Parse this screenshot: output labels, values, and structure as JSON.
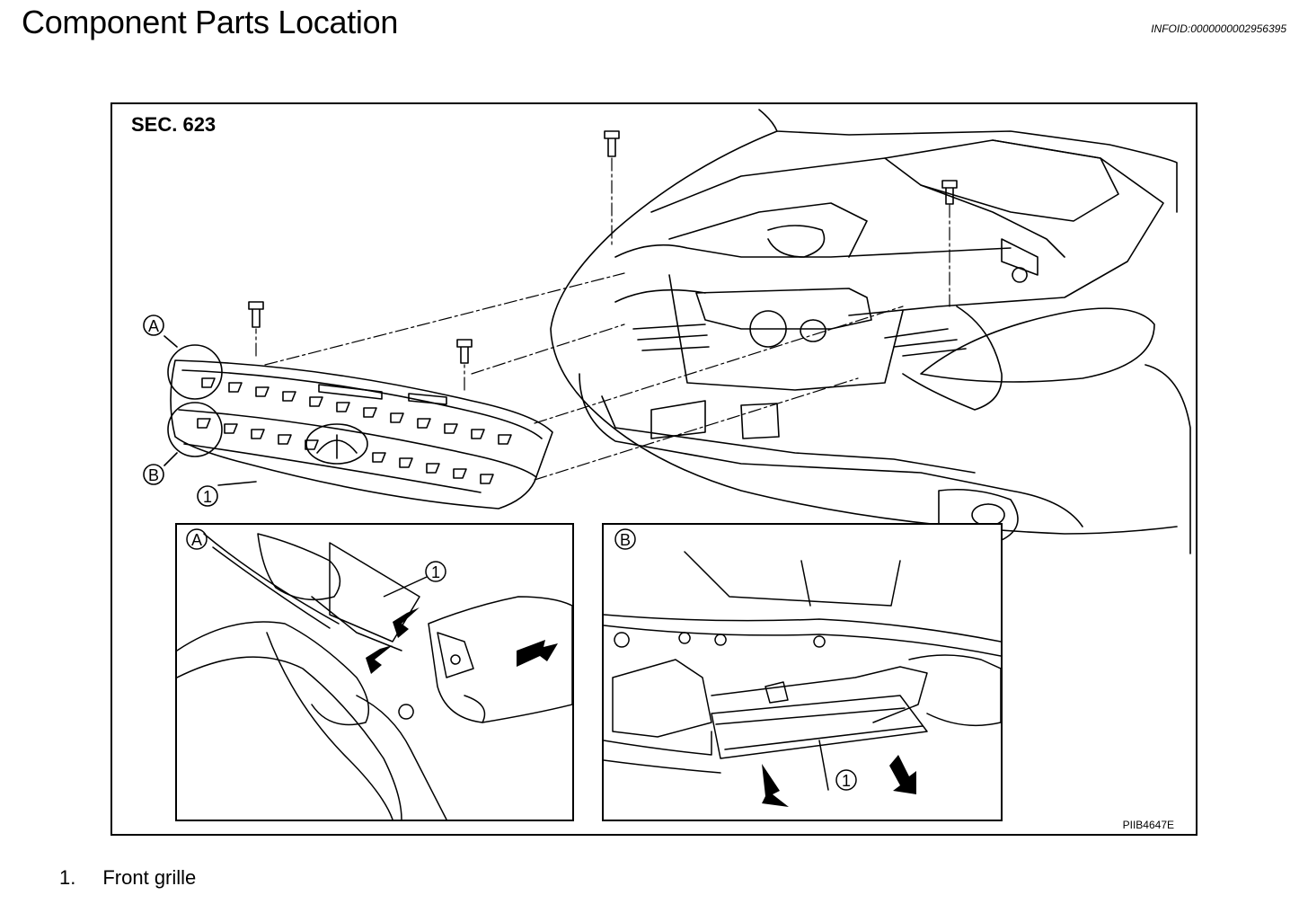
{
  "header": {
    "title": "Component Parts Location",
    "infoid": "INFOID:0000000002956395"
  },
  "figure": {
    "section": "SEC. 623",
    "code": "PIIB4647E",
    "callouts": {
      "a": "A",
      "b": "B",
      "part1": "1"
    }
  },
  "legend": [
    {
      "number": "1.",
      "label": "Front grille"
    }
  ]
}
